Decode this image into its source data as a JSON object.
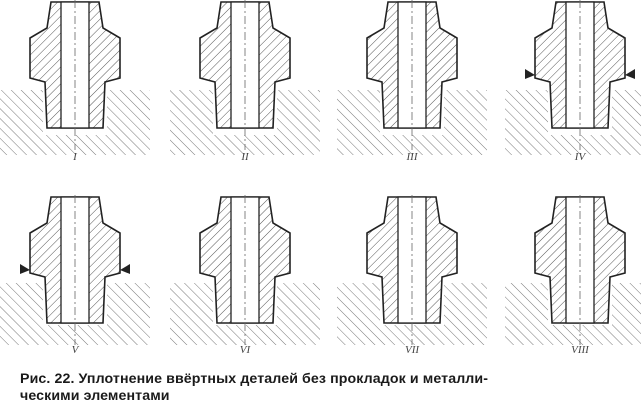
{
  "figure": {
    "labels": [
      "I",
      "II",
      "III",
      "IV",
      "V",
      "VI",
      "VII",
      "VIII"
    ],
    "caption_line1": "Рис. 22. Уплотнение ввёртных деталей без прокладок и металли-",
    "caption_line2": "ческими элементами"
  }
}
